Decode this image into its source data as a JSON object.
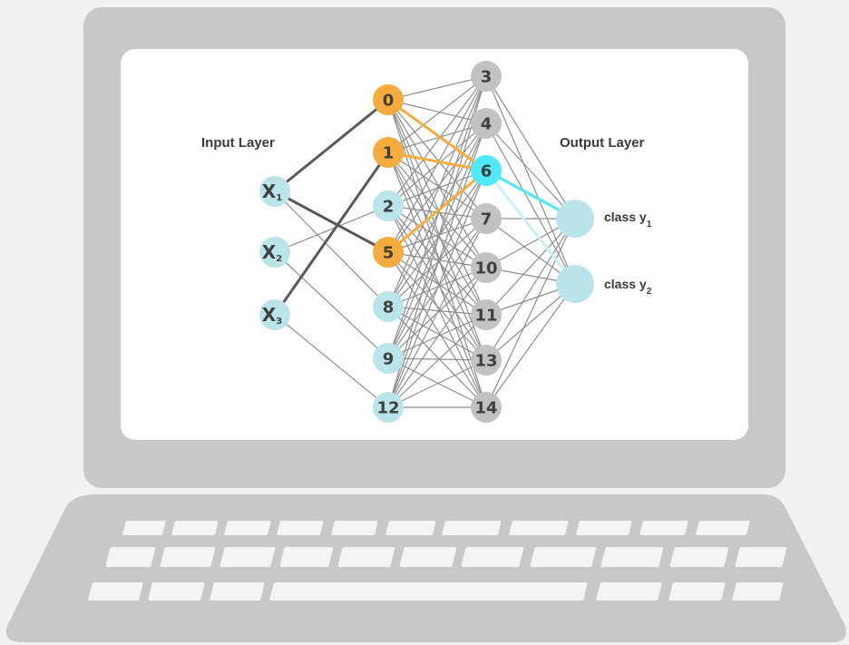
{
  "labels": {
    "input_layer": "Input Layer",
    "output_layer": "Output Layer",
    "class_1_base": "class y",
    "class_1_sub": "1",
    "class_2_base": "class y",
    "class_2_sub": "2"
  },
  "colors": {
    "laptop": "#c8c8c8",
    "screen": "#ffffff",
    "key": "#f4f4f4",
    "input_node": "#b8e4ea",
    "inactive_node": "#c2c2c2",
    "active_node": "#f5ac3d",
    "highlight_node": "#4feaf6",
    "output_node": "#b8e4ea",
    "edge": "#8e8e8e",
    "edge_dark": "#5a5a5a",
    "edge_orange": "#f5ac3d",
    "edge_cyan": "#4feaf6",
    "edge_cyan_light": "#c9f0f5"
  },
  "inputs": [
    {
      "id": "x1",
      "base": "X",
      "sub": "1"
    },
    {
      "id": "x2",
      "base": "X",
      "sub": "2"
    },
    {
      "id": "x3",
      "base": "X",
      "sub": "3"
    }
  ],
  "hidden1": [
    {
      "id": "n0",
      "label": "0",
      "state": "active"
    },
    {
      "id": "n1",
      "label": "1",
      "state": "active"
    },
    {
      "id": "n2",
      "label": "2",
      "state": "input"
    },
    {
      "id": "n5",
      "label": "5",
      "state": "active"
    },
    {
      "id": "n8",
      "label": "8",
      "state": "input"
    },
    {
      "id": "n9",
      "label": "9",
      "state": "input"
    },
    {
      "id": "n12",
      "label": "12",
      "state": "input"
    }
  ],
  "hidden2": [
    {
      "id": "n3",
      "label": "3",
      "state": "inactive"
    },
    {
      "id": "n4",
      "label": "4",
      "state": "inactive"
    },
    {
      "id": "n6",
      "label": "6",
      "state": "highlight"
    },
    {
      "id": "n7",
      "label": "7",
      "state": "inactive"
    },
    {
      "id": "n10",
      "label": "10",
      "state": "inactive"
    },
    {
      "id": "n11",
      "label": "11",
      "state": "inactive"
    },
    {
      "id": "n13",
      "label": "13",
      "state": "inactive"
    },
    {
      "id": "n14",
      "label": "14",
      "state": "inactive"
    }
  ],
  "outputs": [
    {
      "id": "o1"
    },
    {
      "id": "o2"
    }
  ],
  "highlight_edges": [
    {
      "from": "x1",
      "to": "n0",
      "style": "dark"
    },
    {
      "from": "x1",
      "to": "n5",
      "style": "dark"
    },
    {
      "from": "x3",
      "to": "n1",
      "style": "dark"
    },
    {
      "from": "n0",
      "to": "n6",
      "style": "orange"
    },
    {
      "from": "n1",
      "to": "n6",
      "style": "orange"
    },
    {
      "from": "n5",
      "to": "n6",
      "style": "orange"
    },
    {
      "from": "n6",
      "to": "o1",
      "style": "cyan"
    },
    {
      "from": "n6",
      "to": "o2",
      "style": "cyan_light"
    }
  ],
  "light_edges": [
    {
      "from": "x1",
      "to": "n8"
    },
    {
      "from": "x2",
      "to": "n2"
    },
    {
      "from": "x2",
      "to": "n9"
    },
    {
      "from": "x3",
      "to": "n12"
    }
  ]
}
